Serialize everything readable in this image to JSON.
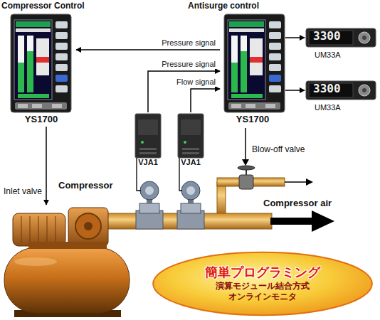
{
  "diagram": {
    "nodes": [
      {
        "text": [
          "Compressor Control",
          "YS1700"
        ]
      },
      {
        "text": [
          "Antisurge control",
          "YS1700"
        ]
      },
      {
        "text": [
          "3300",
          "UM33A"
        ]
      },
      {
        "text": [
          "3300",
          "UM33A"
        ]
      },
      {
        "text": [
          "VJA1"
        ]
      },
      {
        "text": [
          "VJA1"
        ]
      },
      {
        "text": [
          "Compressor"
        ]
      },
      {
        "text": [
          "簡単プログラミング",
          "演算モジュール結合方式",
          "オンラインモニタ"
        ]
      }
    ],
    "edges": [
      {
        "from": 1,
        "to": 0,
        "arrow": "to",
        "label": "Pressure signal"
      },
      {
        "from": 1,
        "to": 2,
        "arrow": "to"
      },
      {
        "from": 1,
        "to": 3,
        "arrow": "to"
      },
      {
        "from": 4,
        "to": 1,
        "arrow": "to",
        "label": "Pressure signal"
      },
      {
        "from": 5,
        "to": 1,
        "arrow": "to",
        "label": "Flow signal"
      },
      {
        "from": 0,
        "to": 6,
        "arrow": "to",
        "label": "Inlet valve"
      }
    ],
    "labels": [
      "Blow-off valve",
      "Compressor air"
    ]
  }
}
